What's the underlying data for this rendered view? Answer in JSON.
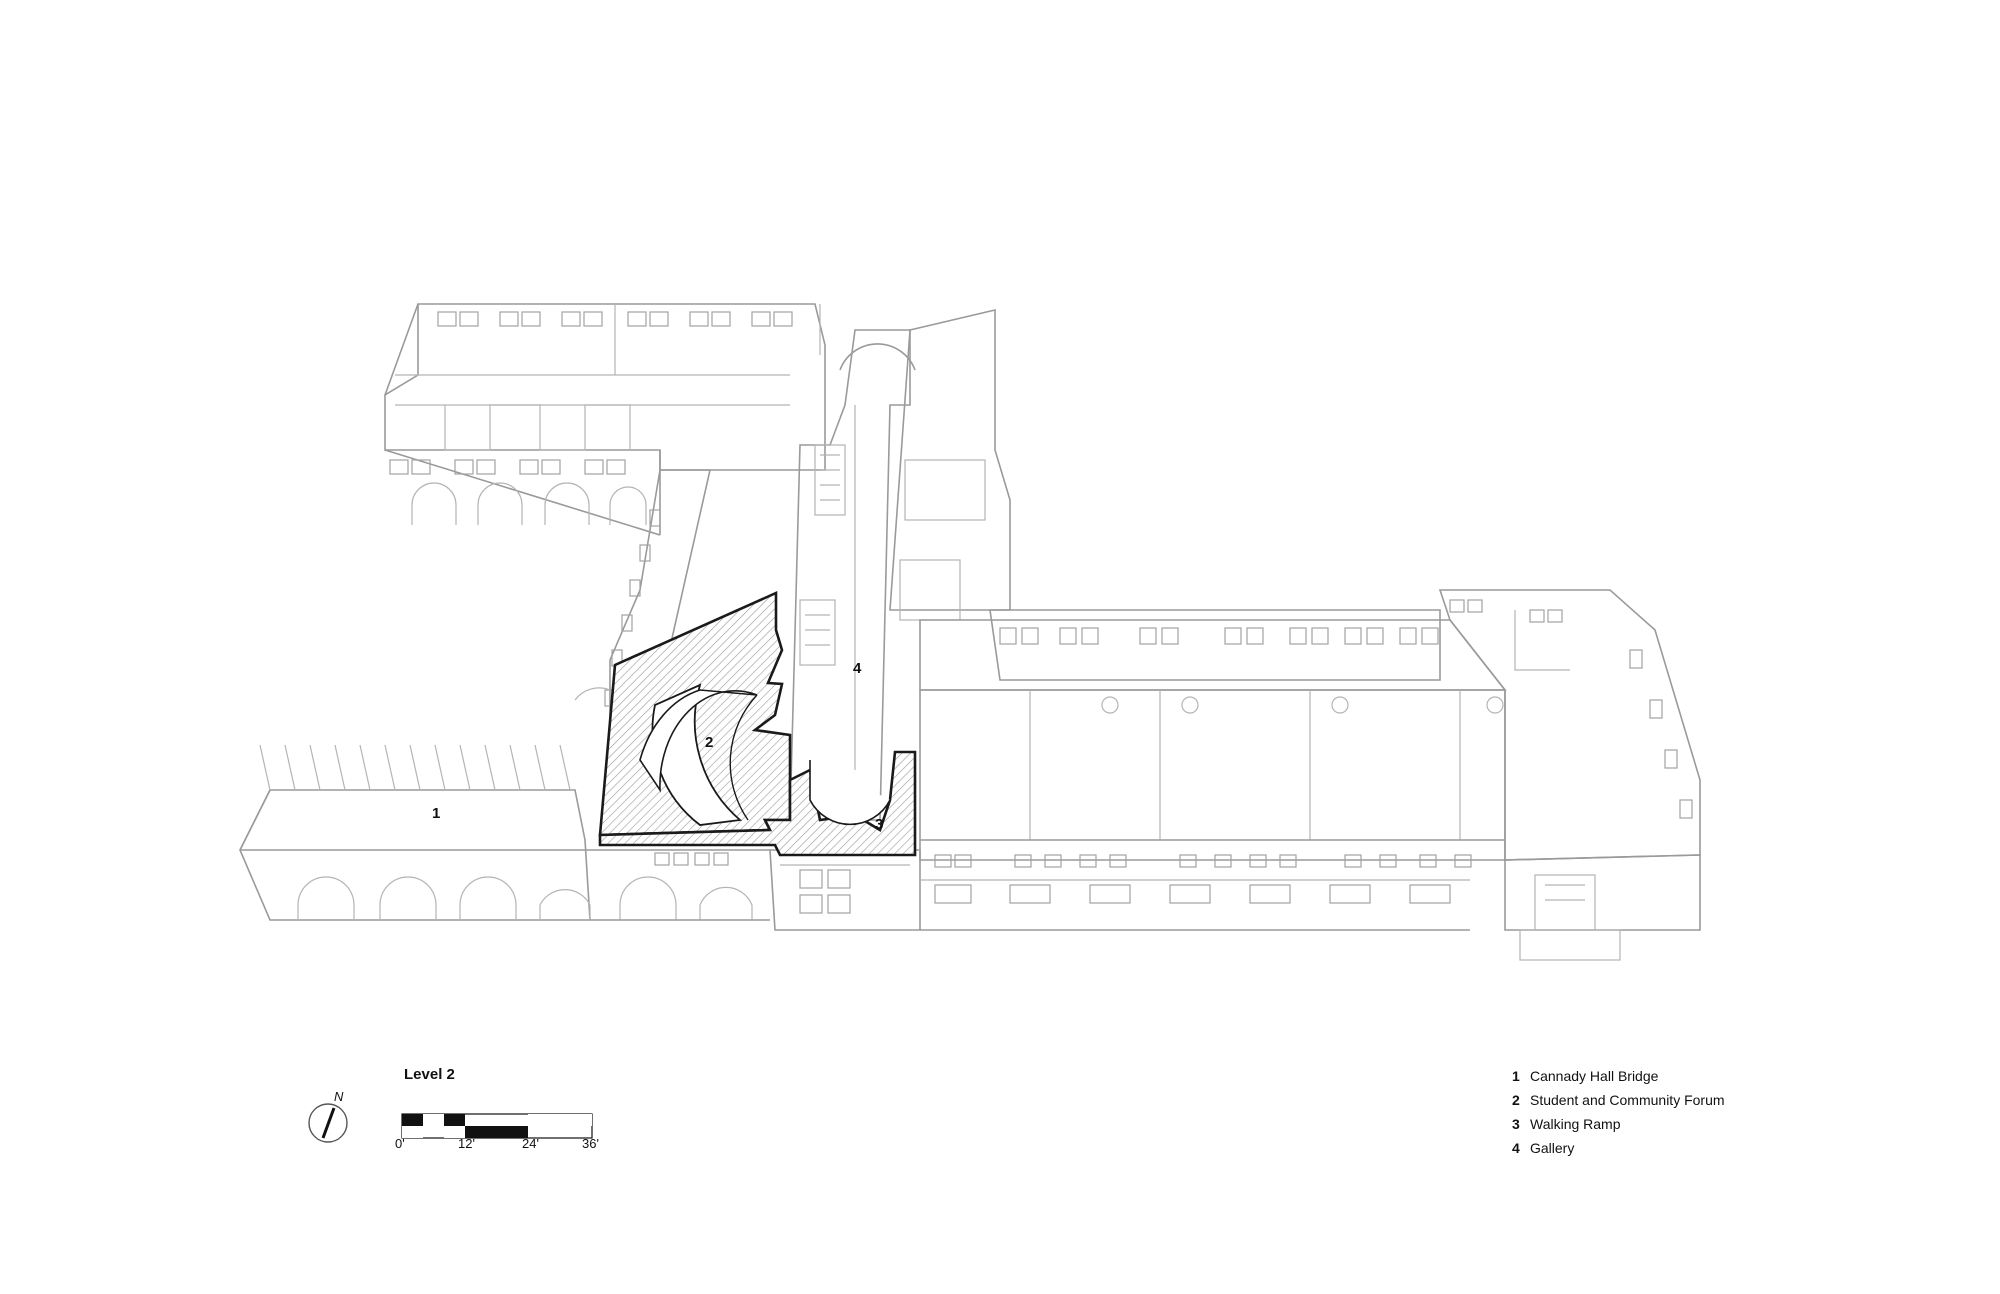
{
  "drawing": {
    "title": "Level 2",
    "north_label": "N",
    "scale_labels": [
      "0'",
      "12'",
      "24'",
      "36'"
    ],
    "callouts": [
      "1",
      "2",
      "3",
      "4"
    ],
    "legend": [
      {
        "num": "1",
        "label": "Cannady Hall Bridge"
      },
      {
        "num": "2",
        "label": "Student and Community Forum"
      },
      {
        "num": "3",
        "label": "Walking Ramp"
      },
      {
        "num": "4",
        "label": "Gallery"
      }
    ]
  }
}
